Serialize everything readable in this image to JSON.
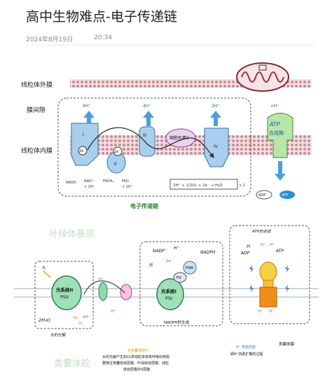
{
  "article": {
    "title": "高中生物难点-电子传递链",
    "date": "2024年8月19日",
    "time": "20:34"
  },
  "mito_diagram": {
    "outer_membrane": "线粒体外膜",
    "intermembrane_space": "膜间隙",
    "inner_membrane": "线粒体内膜",
    "proton_labels": [
      "4H⁺",
      "4H⁺",
      "2H⁺",
      "nH⁺"
    ],
    "complex_labels": [
      "I",
      "II",
      "III",
      "细胞色素C",
      "IV"
    ],
    "q_label": "2e⁻",
    "atp_synthase": [
      "ATP",
      "合成酶"
    ],
    "nadh": "NADH",
    "nad": "NAD⁺",
    "nad_h": "+ 2H⁺",
    "fadh2": "FADH₂",
    "fad": "FAD",
    "fad_h": "+ 2H⁺",
    "water_reaction": "2H⁺ + 1/2O₂ + 2e⁻ → H₂O",
    "water_multiplier": "× 2",
    "adp": "ADP",
    "atp": "ATP",
    "caption": "电子传递链"
  },
  "chloro_diagram": {
    "stroma_label": "叶绿体基质",
    "lumen_label": "类囊体腔",
    "light": "光",
    "psii": [
      "光系统II",
      "PSII"
    ],
    "psi": [
      "光系统I",
      "PSI"
    ],
    "water_split": "2H₂O",
    "electrons": "4e⁻",
    "protons_4h": "4H⁺",
    "oxygen": "O₂",
    "photolysis_caption": "水的光解",
    "h_plus": "H⁺",
    "nadp": "NADP⁺",
    "nadph": "NADPH",
    "fnr": "FNR",
    "fd": "Fd",
    "e2": "2e⁻",
    "nadph_caption": "NADPH的生成",
    "atp_synthesis_caption": "ATP的合成",
    "adp": "ADP",
    "pi": "Pi",
    "atp": "ATP",
    "membrane_label": "类囊体膜",
    "gradient_note": [
      "H⁺ 势能供能",
      "即H⁺协助扩散的过程"
    ],
    "note_title": "在类囊体腔内",
    "note_body": [
      "水的光解产生的O₂供线粒体有氧呼吸利用需",
      "要穿过类囊体单层膜、叶绿体双层膜、线粒",
      "体双层膜共5层膜"
    ]
  }
}
